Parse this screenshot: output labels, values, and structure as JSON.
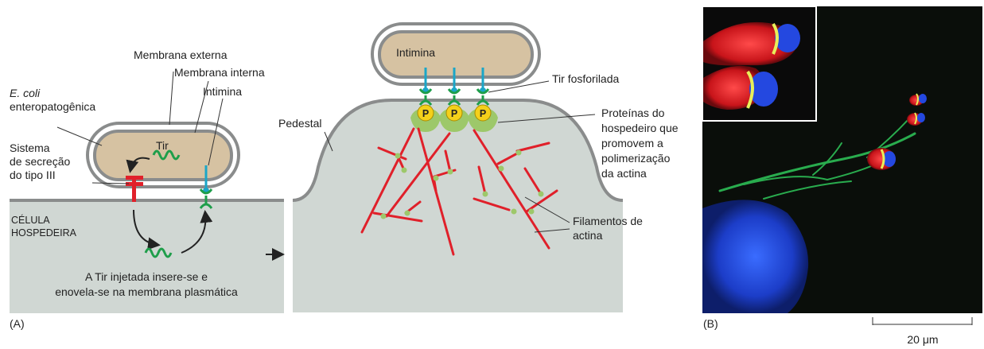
{
  "panel_a": {
    "label": "(A)",
    "outer_membrane": "Membrana externa",
    "inner_membrane": "Membrana interna",
    "ecoli_italic": "E. coli",
    "ecoli_rest": "enteropatogênica",
    "intimin": "Intimina",
    "tir": "Tir",
    "secretion": [
      "Sistema",
      "de secreção",
      "do tipo III"
    ],
    "host_cell": [
      "CÉLULA",
      "HOSPEDEIRA"
    ],
    "injected_text": [
      "A Tir injetada insere-se e",
      "enovela-se na membrana plasmática"
    ]
  },
  "panel_mid": {
    "intimin": "Intimina",
    "tir_phos": "Tir fosforilada",
    "pedestal": "Pedestal",
    "phospho": "P",
    "host_proteins": [
      "Proteínas do",
      "hospedeiro que",
      "promovem a",
      "polimerização",
      "da actina"
    ],
    "actin": [
      "Filamentos de",
      "actina"
    ]
  },
  "panel_b": {
    "label": "(B)",
    "scale": "20 μm"
  },
  "colors": {
    "bacteria_fill": "#d6c2a2",
    "membrane": "#8a8c8c",
    "host_fill": "#d0d7d3",
    "actin": "#e0202a",
    "tir": "#1e9e4a",
    "intimin": "#1aa6c8",
    "phospho": "#f4d01a",
    "host_protein": "#9dc86a"
  }
}
